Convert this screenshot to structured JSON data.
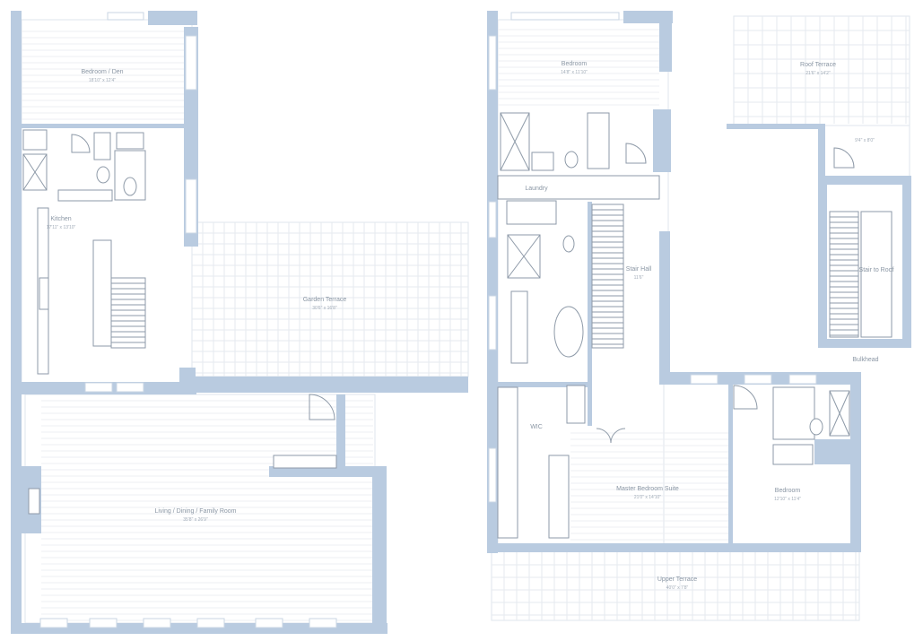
{
  "plan": {
    "lower_level": {
      "rooms": [
        {
          "key": "bedroom_guest",
          "name": "Bedroom / Den",
          "dims": "18'10\" x 12'4\""
        },
        {
          "key": "kitchen",
          "name": "Kitchen",
          "dims": "17'11\" x 13'10\""
        },
        {
          "key": "garden_terrace",
          "name": "Garden Terrace",
          "dims": "30'6\" x 16'8\""
        },
        {
          "key": "living",
          "name": "Living / Dining / Family Room",
          "dims": "35'8\" x 26'9\""
        }
      ]
    },
    "upper_level": {
      "rooms": [
        {
          "key": "bedroom_upper",
          "name": "Bedroom",
          "dims": "14'8\" x 11'10\""
        },
        {
          "key": "laundry",
          "name": "Laundry",
          "dims": ""
        },
        {
          "key": "stair_hall",
          "name": "Stair Hall",
          "dims": "11'6\""
        },
        {
          "key": "wic",
          "name": "WIC",
          "dims": ""
        },
        {
          "key": "master_suite",
          "name": "Master Bedroom Suite",
          "dims": "21'0\" x 14'10\""
        },
        {
          "key": "bedroom_east",
          "name": "Bedroom",
          "dims": "12'10\" x 11'4\""
        },
        {
          "key": "upper_terrace",
          "name": "Upper Terrace",
          "dims": "40'0\" x 7'8\""
        }
      ]
    },
    "roof_level": {
      "rooms": [
        {
          "key": "roof_terrace",
          "name": "Roof Terrace",
          "dims": "21'6\" x 14'2\""
        },
        {
          "key": "roof_landing",
          "name": "",
          "dims": "9'4\" x 8'0\""
        },
        {
          "key": "stair_to_roof",
          "name": "Stair to Roof",
          "dims": ""
        }
      ],
      "caption": "Bulkhead"
    },
    "colors": {
      "wall": "#b9cbe0",
      "fixture_line": "#8e9aa8",
      "label": "#8a96a4"
    }
  }
}
